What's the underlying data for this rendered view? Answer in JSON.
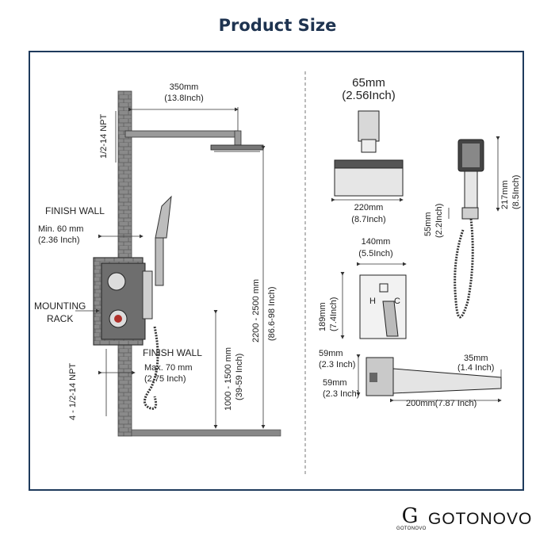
{
  "title": "Product Size",
  "left_diagram": {
    "arm_length": "350mm",
    "arm_length_in": "(13.8Inch)",
    "npt_top": "1/2-14 NPT",
    "finish_wall_top": "FINISH   WALL",
    "min_depth": "Min. 60 mm",
    "min_depth_in": "(2.36 Inch)",
    "mounting_rack": [
      "MOUNTING",
      "RACK"
    ],
    "npt_bottom": "4 - 1/2-14 NPT",
    "finish_wall_bottom": "FINISH  WALL",
    "max_depth": "Max. 70 mm",
    "max_depth_in": "(2.75 Inch)",
    "head_height": "2200 - 2500 mm",
    "head_height_in": "(86.6-98 Inch)",
    "valve_height": "1000 - 1500 mm",
    "valve_height_in": "(39-59 Inch)"
  },
  "right_diagram": {
    "head_flange": "65mm",
    "head_flange_in": "(2.56Inch)",
    "head_width": "220mm",
    "head_width_in": "(8.7Inch)",
    "handheld_length": "217mm",
    "handheld_length_in": "(8.5Inch)",
    "bracket": "55mm",
    "bracket_in": "(2.2Inch)",
    "plate_width": "140mm",
    "plate_width_in": "(5.5Inch)",
    "plate_height": "189mm",
    "plate_height_in": "(7.4Inch)",
    "plate_hot": "H",
    "plate_cold": "C",
    "spout_flange_h": "59mm",
    "spout_flange_h_in": "(2.3 Inch)",
    "spout_flange_w": "59mm",
    "spout_flange_w_in": "(2.3 Inch)",
    "spout_drop": "35mm",
    "spout_drop_in": "(1.4 Inch)",
    "spout_length": "200mm(7.87 Inch)"
  },
  "brand": {
    "mark": "G",
    "mark_small": "GOTONOVO",
    "name": "GOTONOVO"
  }
}
